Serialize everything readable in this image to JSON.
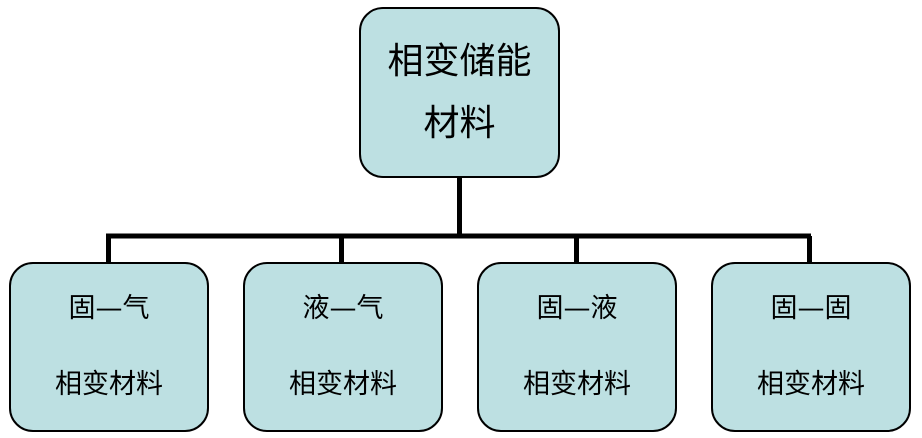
{
  "diagram": {
    "root": {
      "line1": "相变储能",
      "line2": "材料"
    },
    "children": [
      {
        "line1": "固—气",
        "line2": "相变材料"
      },
      {
        "line1": "液—气",
        "line2": "相变材料"
      },
      {
        "line1": "固—液",
        "line2": "相变材料"
      },
      {
        "line1": "固—固",
        "line2": "相变材料"
      }
    ],
    "colors": {
      "node_fill": "#bde0e2",
      "stroke": "#000000"
    }
  }
}
